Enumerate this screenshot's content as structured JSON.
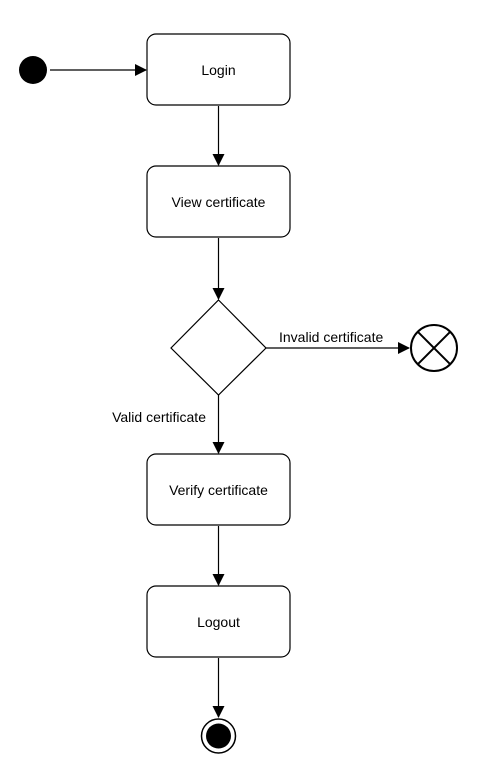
{
  "diagram": {
    "type": "uml-activity",
    "nodes": {
      "login": "Login",
      "view": "View certificate",
      "verify": "Verify certificate",
      "logout": "Logout"
    },
    "edges": {
      "invalid": "Invalid certificate",
      "valid": "Valid certificate"
    }
  },
  "colors": {
    "stroke": "#000000",
    "fill": "#ffffff",
    "text": "#000000"
  }
}
